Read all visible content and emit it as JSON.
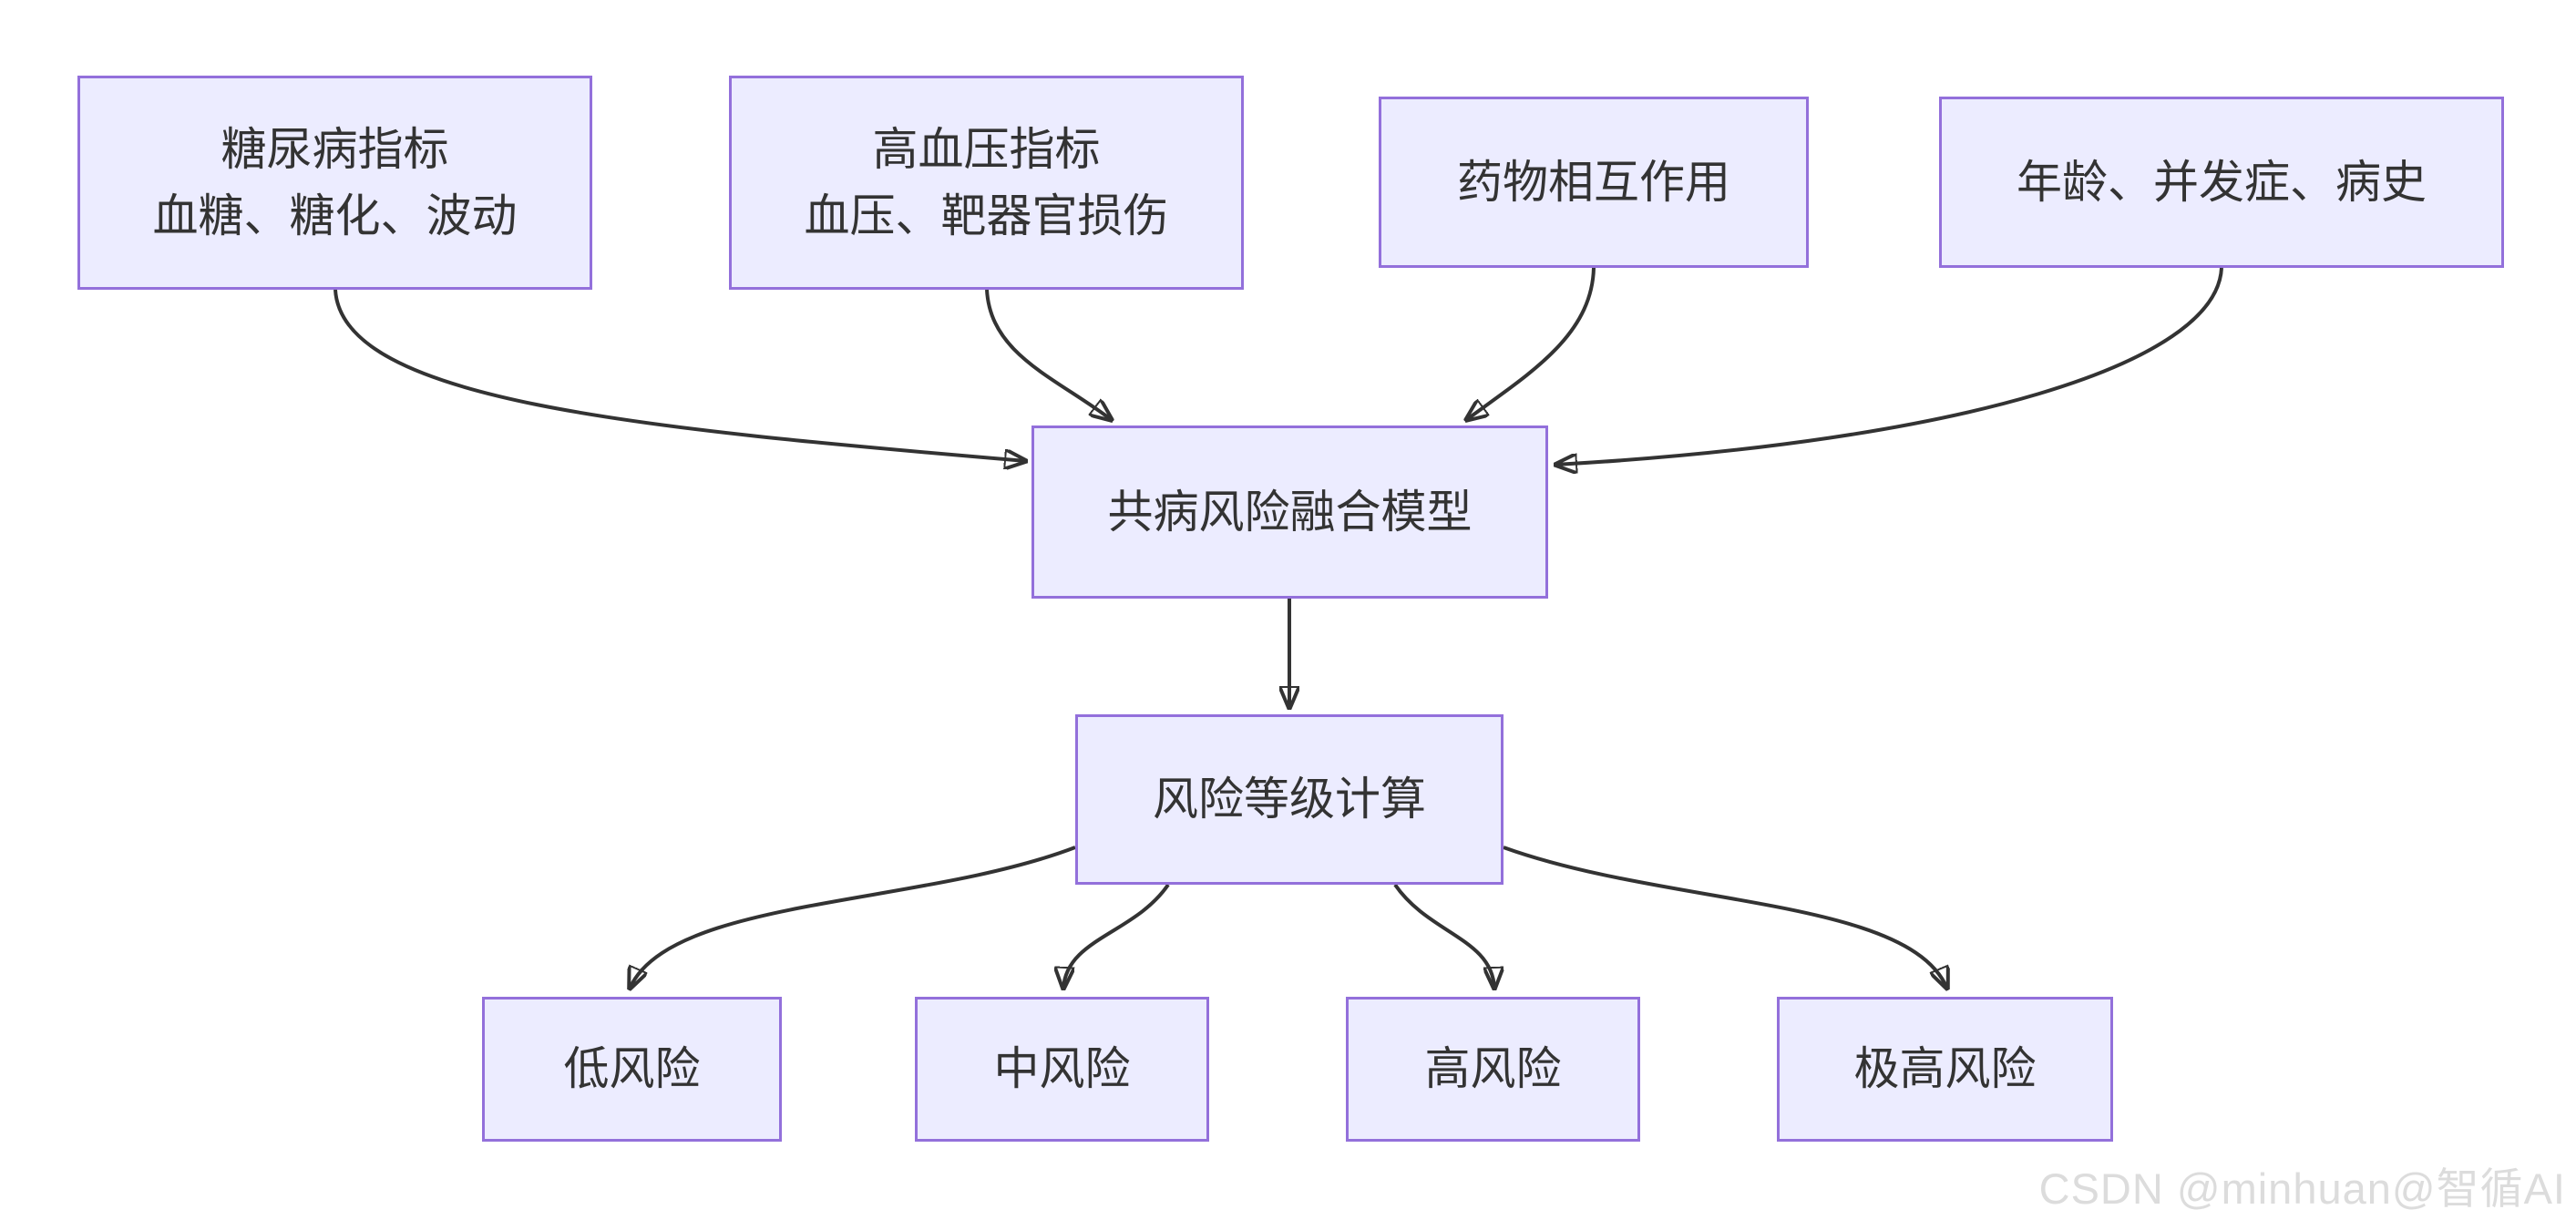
{
  "diagram": {
    "type": "flowchart",
    "direction": "top-down",
    "nodes": {
      "diabetes": {
        "line1": "糖尿病指标",
        "line2": "血糖、糖化、波动"
      },
      "hypertension": {
        "line1": "高血压指标",
        "line2": "血压、靶器官损伤"
      },
      "drug_interaction": {
        "label": "药物相互作用"
      },
      "age_history": {
        "label": "年龄、并发症、病史"
      },
      "fusion_model": {
        "label": "共病风险融合模型"
      },
      "risk_calc": {
        "label": "风险等级计算"
      },
      "low_risk": {
        "label": "低风险"
      },
      "medium_risk": {
        "label": "中风险"
      },
      "high_risk": {
        "label": "高风险"
      },
      "very_high_risk": {
        "label": "极高风险"
      }
    },
    "edges": [
      {
        "from": "diabetes",
        "to": "fusion_model"
      },
      {
        "from": "hypertension",
        "to": "fusion_model"
      },
      {
        "from": "drug_interaction",
        "to": "fusion_model"
      },
      {
        "from": "age_history",
        "to": "fusion_model"
      },
      {
        "from": "fusion_model",
        "to": "risk_calc"
      },
      {
        "from": "risk_calc",
        "to": "low_risk"
      },
      {
        "from": "risk_calc",
        "to": "medium_risk"
      },
      {
        "from": "risk_calc",
        "to": "high_risk"
      },
      {
        "from": "risk_calc",
        "to": "very_high_risk"
      }
    ],
    "colors": {
      "node_fill": "#ECECFF",
      "node_border": "#9370DB",
      "edge": "#333333",
      "text": "#333333",
      "background": "#FFFFFF",
      "watermark": "#DCDCDC"
    }
  },
  "watermark": {
    "text": "CSDN @minhuan@智循AI"
  }
}
